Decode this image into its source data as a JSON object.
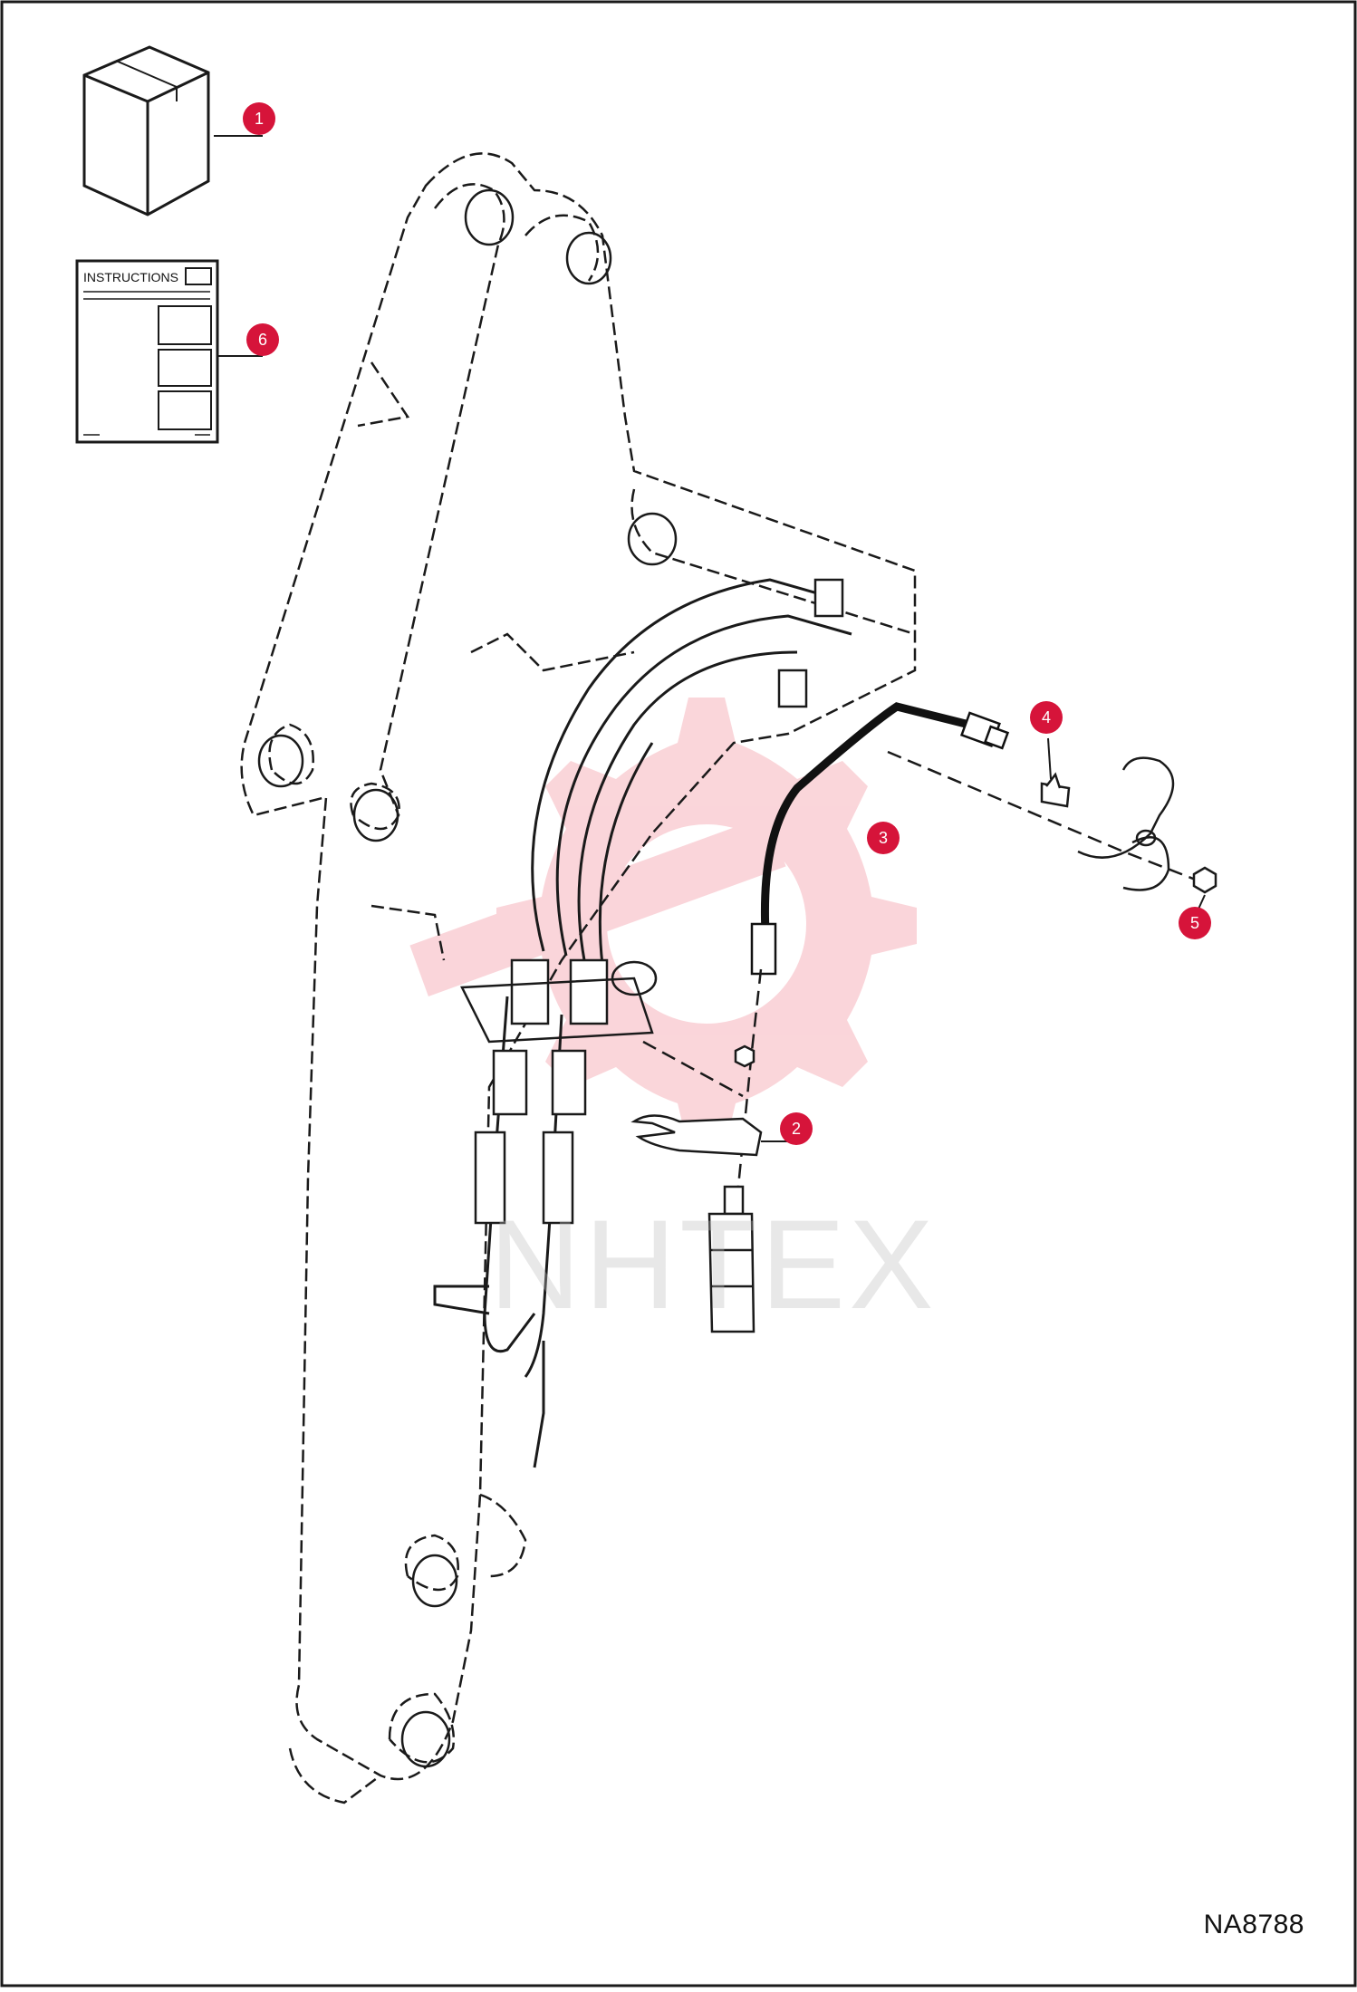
{
  "doc_code": "NA8788",
  "instructions_label": "INSTRUCTIONS",
  "watermark": "NHTEX",
  "colors": {
    "callout": "#d6143a",
    "line": "#1a1a1a",
    "watermark": "#f5b8bf"
  },
  "callouts": [
    {
      "id": "1",
      "label": "1"
    },
    {
      "id": "2",
      "label": "2"
    },
    {
      "id": "3",
      "label": "3"
    },
    {
      "id": "4",
      "label": "4"
    },
    {
      "id": "5",
      "label": "5"
    },
    {
      "id": "6",
      "label": "6"
    }
  ]
}
